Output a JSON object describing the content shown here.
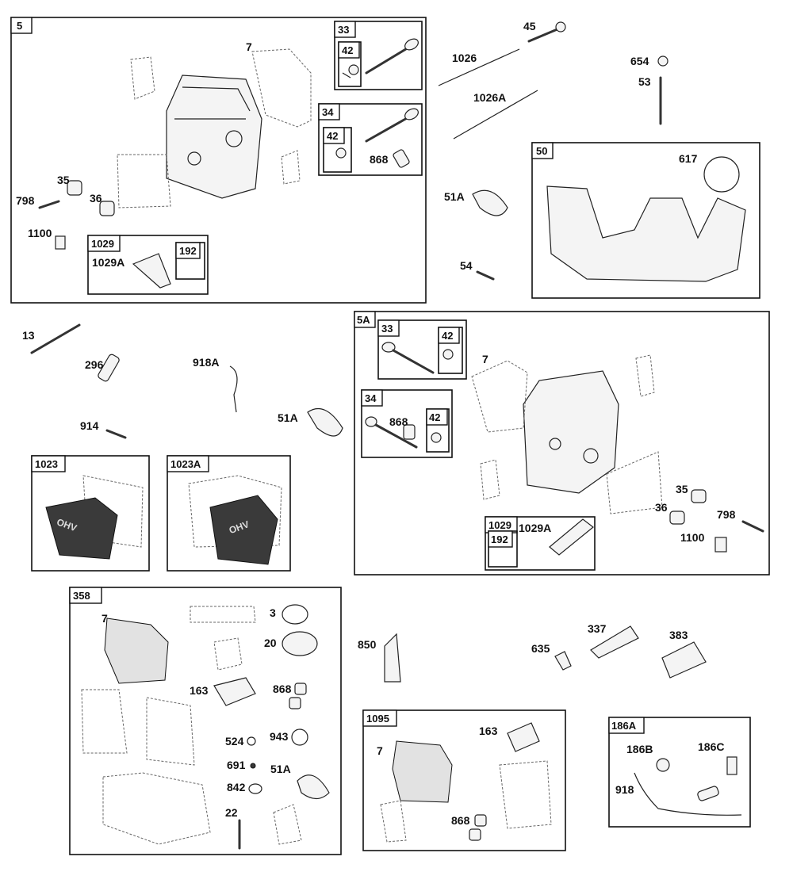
{
  "boxes": {
    "b5": "5",
    "b33a": "33",
    "b42a": "42",
    "b34a": "34",
    "b42b": "42",
    "b1029a": "1029",
    "b192a": "192",
    "b50": "50",
    "b5A": "5A",
    "b33b": "33",
    "b42c": "42",
    "b34b": "34",
    "b42d": "42",
    "b1029b": "1029",
    "b192b": "192",
    "b1023": "1023",
    "b1023A": "1023A",
    "b358": "358",
    "b1095": "1095",
    "b186A": "186A"
  },
  "labels": {
    "l7a": "7",
    "l868a": "868",
    "l35a": "35",
    "l798a": "798",
    "l36a": "36",
    "l1100a": "1100",
    "l1029Aa": "1029A",
    "l45": "45",
    "l1026": "1026",
    "l1026A": "1026A",
    "l654": "654",
    "l53": "53",
    "l51Aa": "51A",
    "l617": "617",
    "l54": "54",
    "l13": "13",
    "l296": "296",
    "l918A": "918A",
    "l914": "914",
    "l51Ab": "51A",
    "l7b": "7",
    "l868b": "868",
    "l35b": "35",
    "l36b": "36",
    "l798b": "798",
    "l1100b": "1100",
    "l1029Ab": "1029A",
    "l7c": "7",
    "l3": "3",
    "l20": "20",
    "l163a": "163",
    "l868c": "868",
    "l524": "524",
    "l943": "943",
    "l691": "691",
    "l51Ac": "51A",
    "l842": "842",
    "l22": "22",
    "l850": "850",
    "l337": "337",
    "l383": "383",
    "l635": "635",
    "l7d": "7",
    "l163b": "163",
    "l868d": "868",
    "l186B": "186B",
    "l186C": "186C",
    "l918": "918"
  },
  "embossed": {
    "ohv1": "OHV",
    "ohv2": "OHV"
  }
}
